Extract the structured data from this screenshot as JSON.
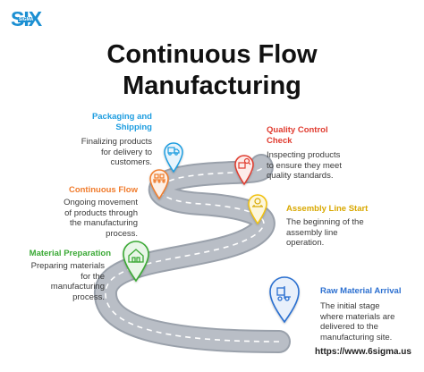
{
  "logo": {
    "text": "SIX",
    "tag": "SIGMA"
  },
  "title_line1": "Continuous Flow",
  "title_line2": "Manufacturing",
  "stages": [
    {
      "title": "Packaging and Shipping",
      "title_l1": "Packaging and",
      "title_l2": "Shipping",
      "desc_l1": "Finalizing products",
      "desc_l2": "for delivery to",
      "desc_l3": "customers.",
      "color": "#1e9de0",
      "icon": "truck-icon"
    },
    {
      "title": "Quality Control Check",
      "title_l1": "Quality Control",
      "title_l2": "Check",
      "desc_l1": "Inspecting products",
      "desc_l2": "to ensure they meet",
      "desc_l3": "quality standards.",
      "color": "#e03b2f",
      "icon": "inspection-icon"
    },
    {
      "title": "Continuous Flow",
      "desc_l1": "Ongoing movement",
      "desc_l2": "of products through",
      "desc_l3": "the manufacturing",
      "desc_l4": "process.",
      "color": "#f07b2c",
      "icon": "conveyor-icon"
    },
    {
      "title": "Assembly Line Start",
      "desc_l1": "The beginning of the",
      "desc_l2": "assembly line",
      "desc_l3": "operation.",
      "color": "#f2c10e",
      "icon": "assembly-icon"
    },
    {
      "title": "Material Preparation",
      "desc_l1": "Preparing materials",
      "desc_l2": "for the",
      "desc_l3": "manufacturing",
      "desc_l4": "process.",
      "color": "#3aa935",
      "icon": "warehouse-icon"
    },
    {
      "title": "Raw Material Arrival",
      "desc_l1": "The initial stage",
      "desc_l2": "where materials are",
      "desc_l3": "delivered to the",
      "desc_l4": "manufacturing site.",
      "color": "#2b6fd0",
      "icon": "forklift-icon"
    }
  ],
  "url": "https://www.6sigma.us"
}
